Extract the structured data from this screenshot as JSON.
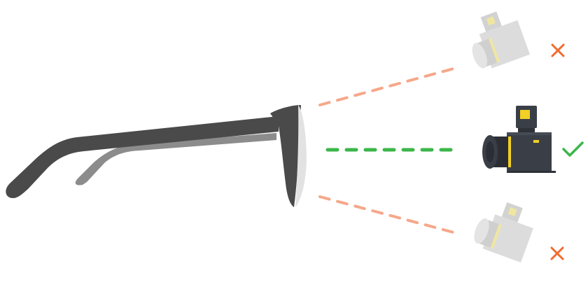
{
  "diagram": {
    "subject": "glasses-side-view",
    "lines": [
      {
        "name": "upper-angled-line",
        "style": "dashed",
        "color": "#f5a88a",
        "status": "incorrect"
      },
      {
        "name": "straight-line",
        "style": "dashed",
        "color": "#3cb64a",
        "status": "correct"
      },
      {
        "name": "lower-angled-line",
        "style": "dashed",
        "color": "#f5a88a",
        "status": "incorrect"
      }
    ],
    "cameras": [
      {
        "name": "camera-top",
        "state": "faded",
        "marker": "cross-icon"
      },
      {
        "name": "camera-middle",
        "state": "active",
        "marker": "check-icon"
      },
      {
        "name": "camera-bottom",
        "state": "faded",
        "marker": "cross-icon"
      }
    ],
    "colors": {
      "frame": "#4a4a4a",
      "frame_far_arm": "#8c8c8c",
      "lens": "#e2e2e2",
      "camera_body": "#3a3f47",
      "camera_faded": "#dcdcdc",
      "accent_yellow": "#f2d024",
      "accent_yellow_faded": "#f0e6a0",
      "cross": "#f26a2e",
      "check": "#3cb64a"
    }
  }
}
